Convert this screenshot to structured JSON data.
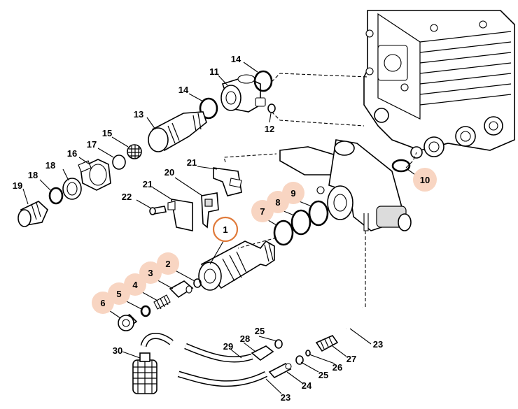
{
  "callouts": [
    {
      "id": "c1",
      "text": "1",
      "highlight": "primary"
    },
    {
      "id": "c2",
      "text": "2",
      "highlight": "secondary"
    },
    {
      "id": "c3",
      "text": "3",
      "highlight": "secondary"
    },
    {
      "id": "c4",
      "text": "4",
      "highlight": "secondary"
    },
    {
      "id": "c5",
      "text": "5",
      "highlight": "secondary"
    },
    {
      "id": "c6",
      "text": "6",
      "highlight": "secondary"
    },
    {
      "id": "c7",
      "text": "7",
      "highlight": "secondary"
    },
    {
      "id": "c8",
      "text": "8",
      "highlight": "secondary"
    },
    {
      "id": "c9",
      "text": "9",
      "highlight": "secondary"
    },
    {
      "id": "c10",
      "text": "10",
      "highlight": "secondary"
    },
    {
      "id": "c11",
      "text": "11",
      "highlight": "none"
    },
    {
      "id": "c12",
      "text": "12",
      "highlight": "none"
    },
    {
      "id": "c13",
      "text": "13",
      "highlight": "none"
    },
    {
      "id": "c14a",
      "text": "14",
      "highlight": "none"
    },
    {
      "id": "c14b",
      "text": "14",
      "highlight": "none"
    },
    {
      "id": "c15",
      "text": "15",
      "highlight": "none"
    },
    {
      "id": "c16",
      "text": "16",
      "highlight": "none"
    },
    {
      "id": "c17",
      "text": "17",
      "highlight": "none"
    },
    {
      "id": "c18a",
      "text": "18",
      "highlight": "none"
    },
    {
      "id": "c18b",
      "text": "18",
      "highlight": "none"
    },
    {
      "id": "c19",
      "text": "19",
      "highlight": "none"
    },
    {
      "id": "c20",
      "text": "20",
      "highlight": "none"
    },
    {
      "id": "c21a",
      "text": "21",
      "highlight": "none"
    },
    {
      "id": "c21b",
      "text": "21",
      "highlight": "none"
    },
    {
      "id": "c22",
      "text": "22",
      "highlight": "none"
    },
    {
      "id": "c23a",
      "text": "23",
      "highlight": "none"
    },
    {
      "id": "c23b",
      "text": "23",
      "highlight": "none"
    },
    {
      "id": "c24",
      "text": "24",
      "highlight": "none"
    },
    {
      "id": "c25a",
      "text": "25",
      "highlight": "none"
    },
    {
      "id": "c25b",
      "text": "25",
      "highlight": "none"
    },
    {
      "id": "c26",
      "text": "26",
      "highlight": "none"
    },
    {
      "id": "c27",
      "text": "27",
      "highlight": "none"
    },
    {
      "id": "c28",
      "text": "28",
      "highlight": "none"
    },
    {
      "id": "c29",
      "text": "29",
      "highlight": "none"
    },
    {
      "id": "c30",
      "text": "30",
      "highlight": "none"
    }
  ],
  "colors": {
    "highlight_fill": "#f8d5c2",
    "primary_outline": "#e07a3a",
    "line": "#000000"
  }
}
